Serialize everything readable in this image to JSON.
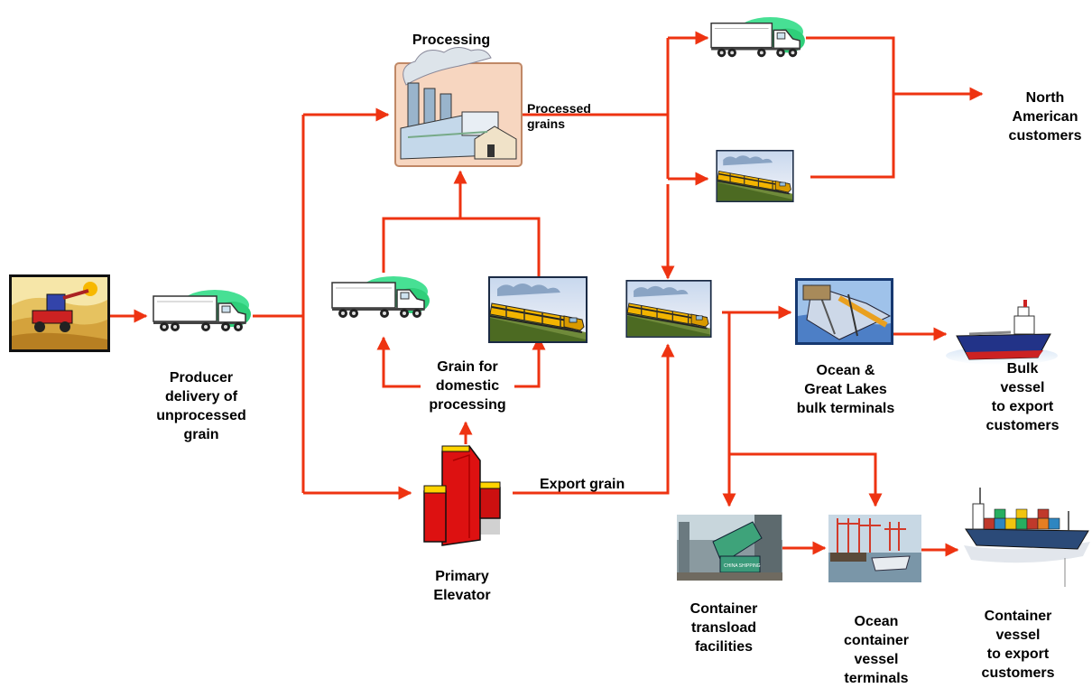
{
  "labels": {
    "processing": "Processing",
    "processed_grains": "Processed\ngrains",
    "north_american_customers": "North\nAmerican\ncustomers",
    "producer_delivery": "Producer\ndelivery of\nunprocessed\ngrain",
    "grain_domestic": "Grain for\ndomestic\nprocessing",
    "primary_elevator": "Primary\nElevator",
    "export_grain": "Export grain",
    "bulk_terminals": "Ocean &\nGreat Lakes\nbulk terminals",
    "bulk_vessel": "Bulk\nvessel\nto export\ncustomers",
    "container_transload": "Container\ntransload\nfacilities",
    "ocean_container_terminals": "Ocean\ncontainer\nvessel\nterminals",
    "container_vessel": "Container\nvessel\nto export\ncustomers"
  },
  "photo_text": {
    "container_sign": "CHINA SHIPPING"
  },
  "colors": {
    "arrow": "#ee3311",
    "truck_cloud": "#33dd88",
    "train": "#f2b400",
    "elevator": "#dd1111",
    "hull_blue": "#223388",
    "hull_red": "#cc2222"
  },
  "icons": [
    "farm-harvest-icon",
    "truck-icon",
    "factory-icon",
    "train-icon",
    "elevator-icon",
    "bulk-terminal-icon",
    "bulk-ship-icon",
    "container-transload-photo",
    "container-terminal-photo",
    "container-ship-icon"
  ]
}
